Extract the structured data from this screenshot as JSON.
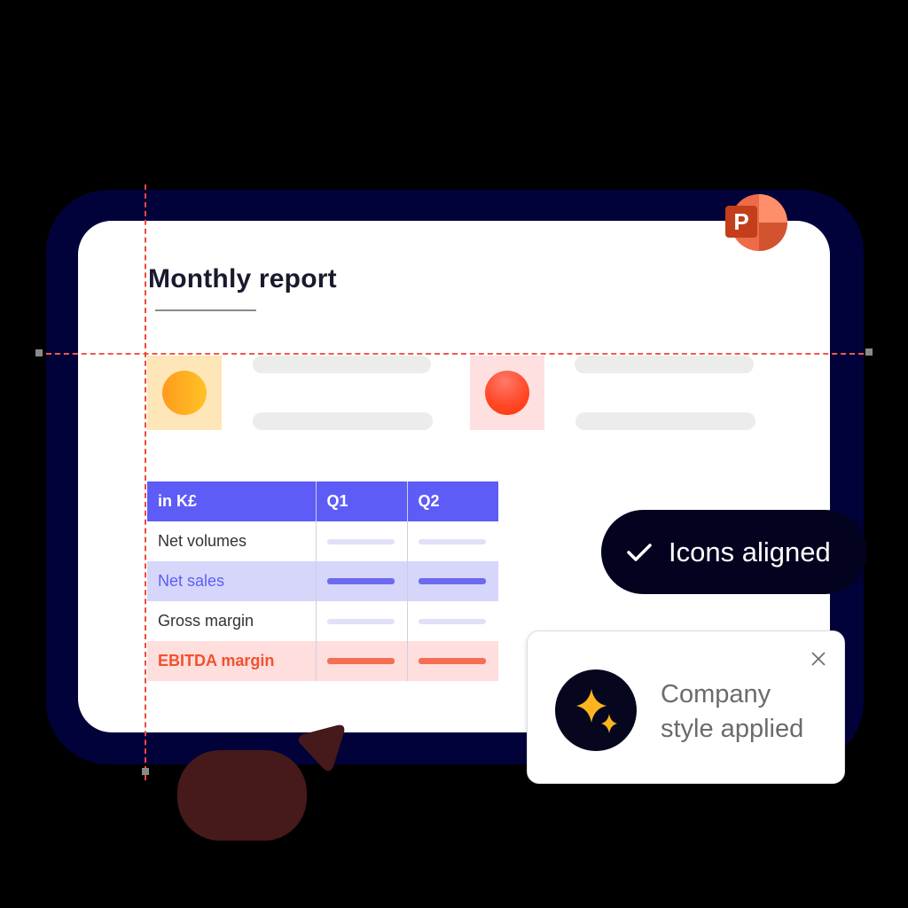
{
  "app": {
    "name": "PowerPoint",
    "icon": "powerpoint-icon",
    "icon_letter": "P",
    "colors": {
      "icon_primary": "#c43e1c",
      "icon_light": "#ff8f6b",
      "icon_mid": "#ed6c47"
    }
  },
  "slide": {
    "title": "Monthly report",
    "kpi_cards": [
      {
        "icon": "orange-circle-icon",
        "tile_color": "#ffe6b8",
        "dot_color": "#ffaf1f"
      },
      {
        "icon": "red-circle-icon",
        "tile_color": "#ffe0e0",
        "dot_color": "#ff4a2a"
      }
    ],
    "table": {
      "headers": [
        "in K£",
        "Q1",
        "Q2"
      ],
      "rows": [
        {
          "label": "Net volumes",
          "style": "plain"
        },
        {
          "label": "Net sales",
          "style": "highlight-blue"
        },
        {
          "label": "Gross margin",
          "style": "plain"
        },
        {
          "label": "EBITDA margin",
          "style": "highlight-red"
        }
      ]
    }
  },
  "status_pill": {
    "icon": "checkmark-icon",
    "label": "Icons aligned"
  },
  "toast": {
    "icon": "sparkles-icon",
    "line1": "Company",
    "line2": "style applied",
    "close_icon": "close-icon"
  },
  "colors": {
    "frame": "#02023a",
    "accent_blue": "#5e5cf7",
    "accent_red": "#f2512e",
    "guide": "#ee4a3a",
    "sparkle": "#fdb51e"
  }
}
